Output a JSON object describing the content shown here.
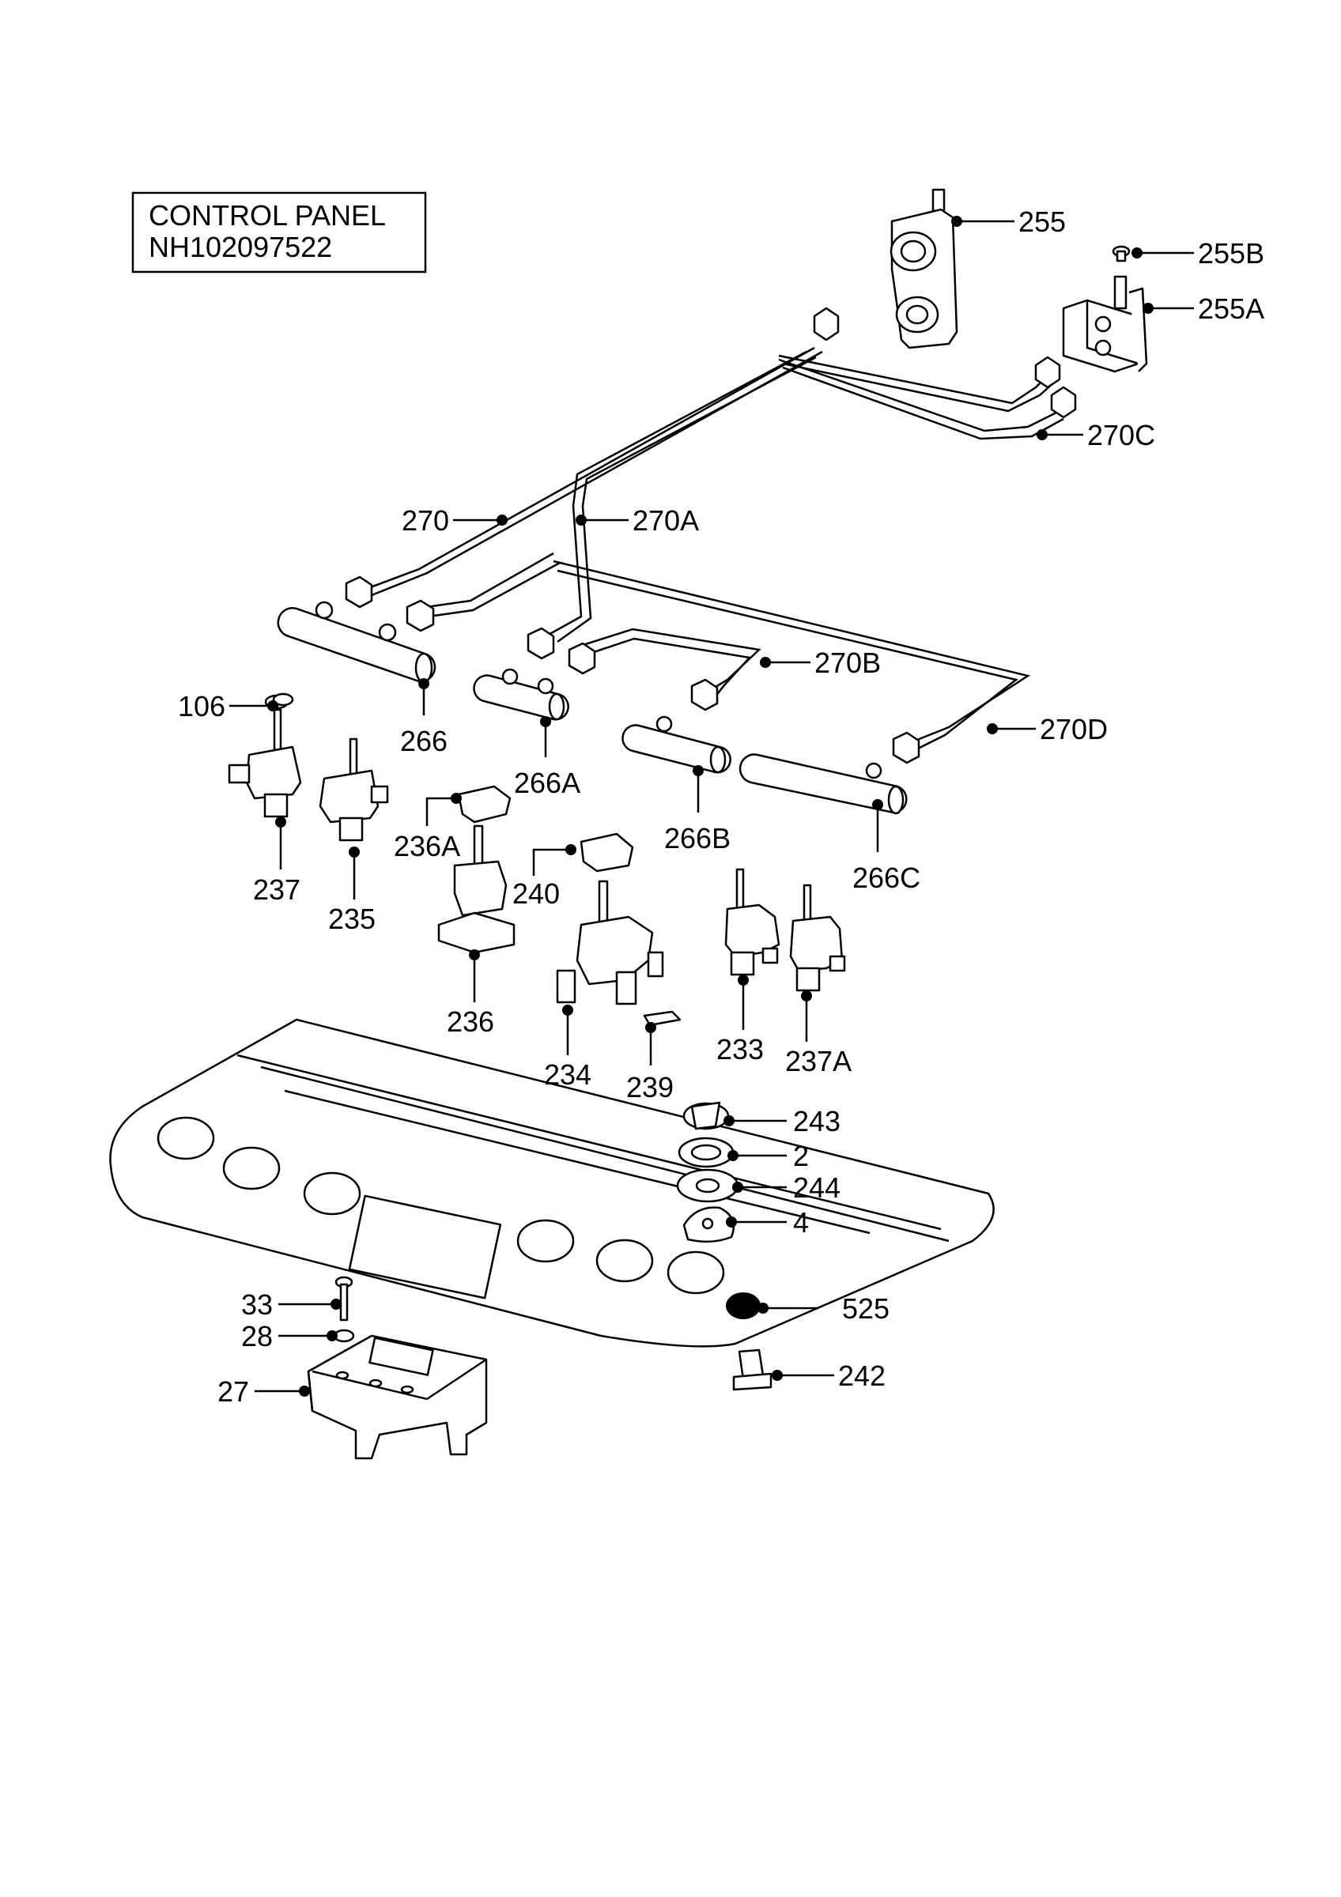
{
  "title": {
    "line1": "CONTROL PANEL",
    "line2": "NH102097522"
  },
  "callouts": [
    {
      "id": "255",
      "text": "255"
    },
    {
      "id": "255B",
      "text": "255B"
    },
    {
      "id": "255A",
      "text": "255A"
    },
    {
      "id": "270C",
      "text": "270C"
    },
    {
      "id": "270",
      "text": "270"
    },
    {
      "id": "270A",
      "text": "270A"
    },
    {
      "id": "270B",
      "text": "270B"
    },
    {
      "id": "270D",
      "text": "270D"
    },
    {
      "id": "106",
      "text": "106"
    },
    {
      "id": "266",
      "text": "266"
    },
    {
      "id": "266A",
      "text": "266A"
    },
    {
      "id": "266B",
      "text": "266B"
    },
    {
      "id": "266C",
      "text": "266C"
    },
    {
      "id": "236A",
      "text": "236A"
    },
    {
      "id": "240",
      "text": "240"
    },
    {
      "id": "237",
      "text": "237"
    },
    {
      "id": "235",
      "text": "235"
    },
    {
      "id": "236",
      "text": "236"
    },
    {
      "id": "234",
      "text": "234"
    },
    {
      "id": "239",
      "text": "239"
    },
    {
      "id": "233",
      "text": "233"
    },
    {
      "id": "237A",
      "text": "237A"
    },
    {
      "id": "243",
      "text": "243"
    },
    {
      "id": "2",
      "text": "2"
    },
    {
      "id": "244",
      "text": "244"
    },
    {
      "id": "4",
      "text": "4"
    },
    {
      "id": "525",
      "text": "525"
    },
    {
      "id": "33",
      "text": "33"
    },
    {
      "id": "28",
      "text": "28"
    },
    {
      "id": "27",
      "text": "27"
    },
    {
      "id": "242",
      "text": "242"
    }
  ]
}
